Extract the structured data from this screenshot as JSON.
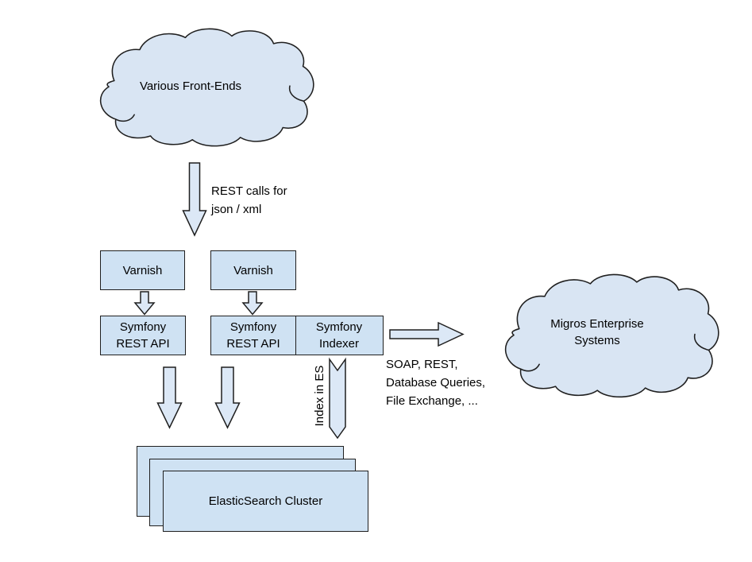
{
  "colors": {
    "canvas_bg": "#ffffff",
    "box_fill": "#cfe2f3",
    "cloud_fill": "#d9e5f3",
    "arrow_fill": "#dce8f6",
    "stroke": "#1f1f1f",
    "text": "#000000"
  },
  "nodes": {
    "front_ends_cloud": "Various Front-Ends",
    "varnish_left": "Varnish",
    "varnish_right": "Varnish",
    "symfony_rest_api_left": "Symfony\nREST API",
    "symfony_rest_api_right": "Symfony\nREST API",
    "symfony_indexer": "Symfony\nIndexer",
    "migros_cloud": "Migros Enterprise\nSystems",
    "elasticsearch_cluster": "ElasticSearch Cluster"
  },
  "annotations": {
    "rest_calls": "REST calls for\njson / xml",
    "integration_methods": "SOAP, REST,\nDatabase Queries,\nFile Exchange, ...",
    "index_in_es": "Index in ES"
  }
}
